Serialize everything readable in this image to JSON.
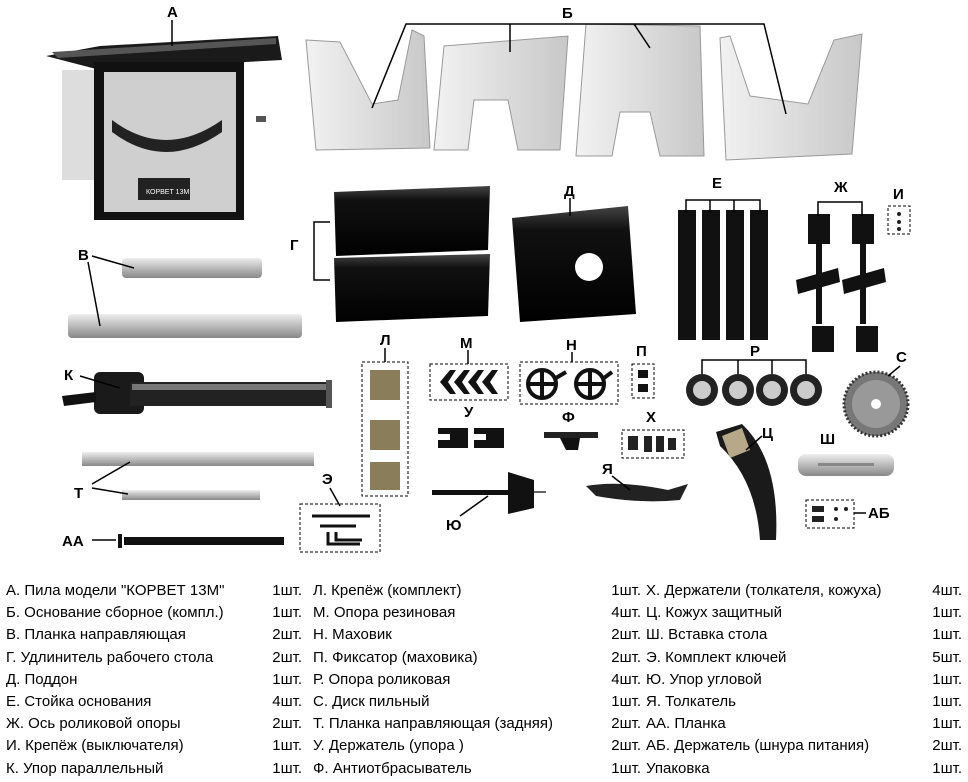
{
  "labels": {
    "A": "А",
    "B": "Б",
    "V": "В",
    "G": "Г",
    "D": "Д",
    "E": "Е",
    "Zh": "Ж",
    "I": "И",
    "K": "К",
    "L": "Л",
    "M": "М",
    "N": "Н",
    "P": "П",
    "R": "Р",
    "S": "С",
    "U": "У",
    "F": "Ф",
    "Kh": "Х",
    "T": "Т",
    "E2": "Э",
    "Yu": "Ю",
    "Ya": "Я",
    "Ts": "Ц",
    "Sh": "Ш",
    "AA": "АА",
    "AB": "АБ"
  },
  "plate_text": "КОРВЕТ 13М",
  "legend": {
    "col1": [
      {
        "name": "А. Пила модели \"КОРВЕТ 13М\"",
        "qty": "1шт."
      },
      {
        "name": "Б. Основание сборное (компл.)",
        "qty": "1шт."
      },
      {
        "name": "В. Планка направляющая",
        "qty": "2шт."
      },
      {
        "name": "Г. Удлинитель рабочего стола",
        "qty": "2шт."
      },
      {
        "name": "Д. Поддон",
        "qty": "1шт."
      },
      {
        "name": "Е. Стойка основания",
        "qty": "4шт."
      },
      {
        "name": "Ж. Ось роликовой опоры",
        "qty": "2шт."
      },
      {
        "name": "И. Крепёж (выключателя)",
        "qty": "1шт."
      },
      {
        "name": "К. Упор параллельный",
        "qty": "1шт."
      }
    ],
    "col2": [
      {
        "name": "Л. Крепёж (комплект)",
        "qty": "1шт."
      },
      {
        "name": "М. Опора резиновая",
        "qty": "4шт."
      },
      {
        "name": "Н. Маховик",
        "qty": "2шт."
      },
      {
        "name": "П. Фиксатор (маховика)",
        "qty": "2шт."
      },
      {
        "name": "Р. Опора роликовая",
        "qty": "4шт."
      },
      {
        "name": "С. Диск пильный",
        "qty": "1шт."
      },
      {
        "name": "Т. Планка направляющая (задняя)",
        "qty": "2шт."
      },
      {
        "name": "У. Держатель (упора )",
        "qty": "2шт."
      },
      {
        "name": "Ф. Антиотбрасыватель",
        "qty": "1шт."
      }
    ],
    "col3": [
      {
        "name": "Х. Держатели (толкателя, кожуха)",
        "qty": "4шт."
      },
      {
        "name": "Ц. Кожух защитный",
        "qty": "1шт."
      },
      {
        "name": "Ш. Вставка стола",
        "qty": "1шт."
      },
      {
        "name": "Э. Комплект ключей",
        "qty": "5шт."
      },
      {
        "name": "Ю. Упор угловой",
        "qty": "1шт."
      },
      {
        "name": "Я. Толкатель",
        "qty": "1шт."
      },
      {
        "name": "АА. Планка",
        "qty": "1шт."
      },
      {
        "name": "АБ. Держатель (шнура питания)",
        "qty": "2шт."
      },
      {
        "name": "Упаковка",
        "qty": "1шт."
      }
    ]
  }
}
